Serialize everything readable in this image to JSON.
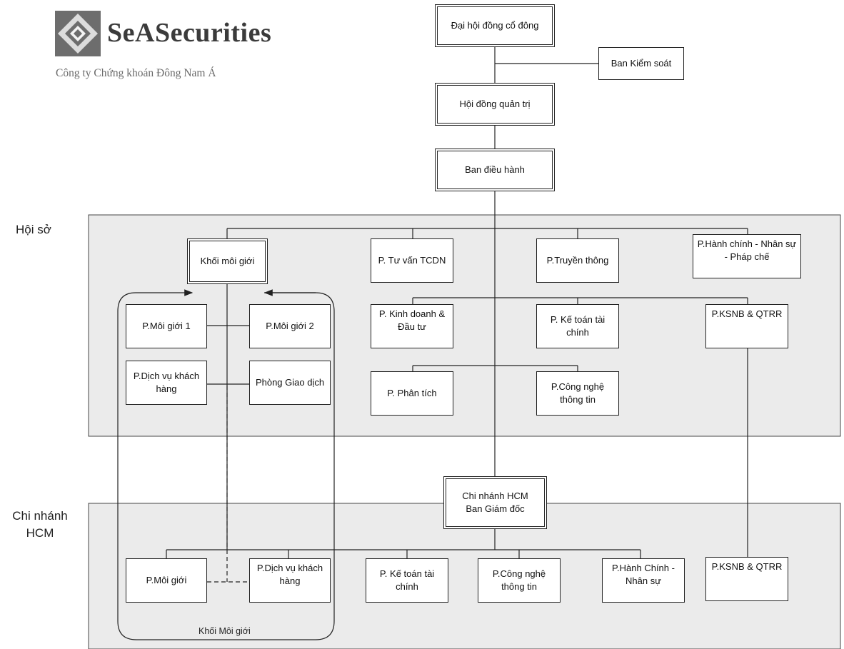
{
  "logo": {
    "name": "SeASecurities",
    "subtitle": "Công ty Chứng khoán Đông Nam Á"
  },
  "regions": {
    "head_office": "Hội sở",
    "hcm_branch_line1": "Chi nhánh",
    "hcm_branch_line2": "HCM"
  },
  "governance": {
    "shareholders": "Đại hội đồng cổ đông",
    "supervisory": "Ban Kiểm soát",
    "board": "Hội đồng quản trị",
    "executive": "Ban điều hành"
  },
  "head_office": {
    "brokerage_block": "Khối môi giới",
    "brokerage_1": "P.Môi giới 1",
    "brokerage_2": "P.Môi giới 2",
    "customer_service": "P.Dịch vụ khách hàng",
    "transaction_office": "Phòng Giao dịch",
    "corporate_advisory": "P. Tư vấn TCDN",
    "communications": "P.Truyền thông",
    "admin_hr_legal": "P.Hành chính - Nhân sự - Pháp chế",
    "trading_investment": "P. Kinh doanh & Đầu tư",
    "accounting_finance": "P. Kế toán tài chính",
    "internal_control": "P.KSNB & QTRR",
    "analysis": "P. Phân tích",
    "it": "P.Công nghệ thông tin"
  },
  "hcm": {
    "branch_management_line1": "Chi nhánh HCM",
    "branch_management_line2": "Ban Giám đốc",
    "brokerage": "P.Môi giới",
    "customer_service": "P.Dịch vụ khách hàng",
    "accounting_finance": "P. Kế toán tài chính",
    "it": "P.Công nghệ thông tin",
    "admin_hr": "P.Hành Chính - Nhân sự",
    "internal_control": "P.KSNB & QTRR",
    "brokerage_group": "Khối Môi giới"
  },
  "colors": {
    "region_fill": "#ebebeb",
    "line": "#222222"
  }
}
